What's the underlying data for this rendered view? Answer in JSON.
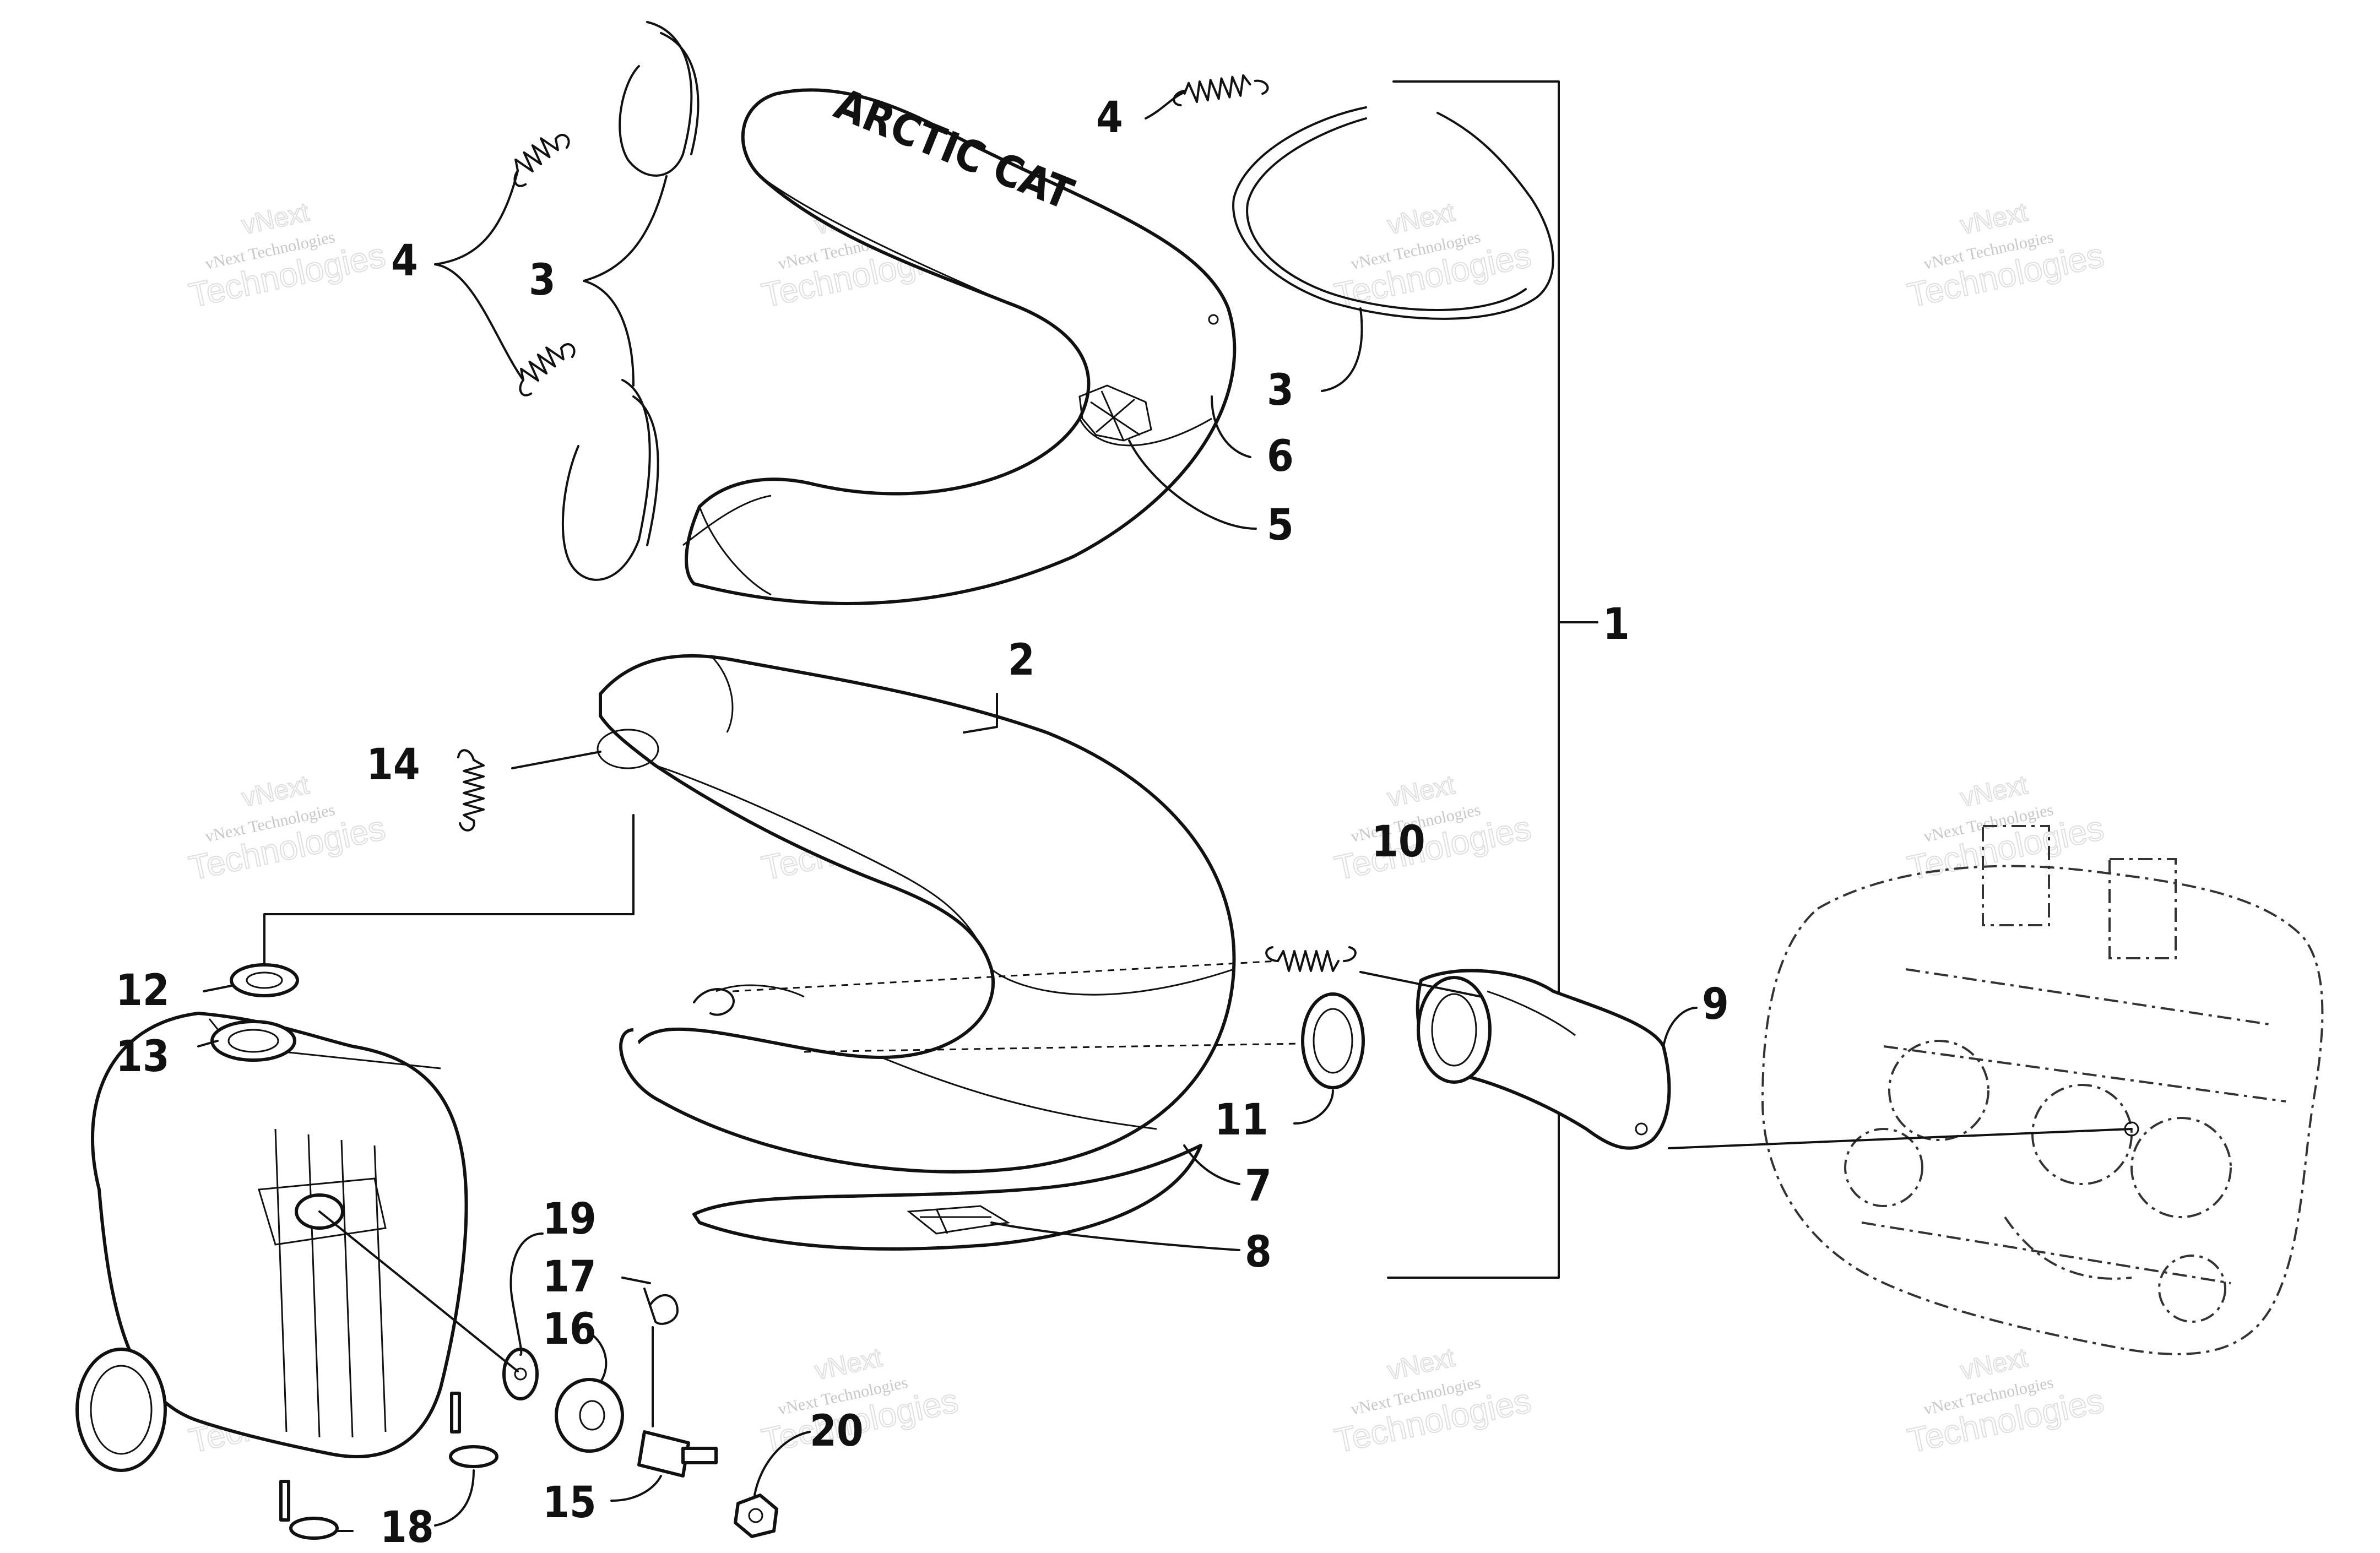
{
  "callouts": {
    "c1": "1",
    "c2": "2",
    "c3a": "3",
    "c3b": "3",
    "c4a": "4",
    "c4b": "4",
    "c5": "5",
    "c6": "6",
    "c7": "7",
    "c8": "8",
    "c9": "9",
    "c10": "10",
    "c11": "11",
    "c12": "12",
    "c13": "13",
    "c14": "14",
    "c15": "15",
    "c16": "16",
    "c17": "17",
    "c18": "18",
    "c19": "19",
    "c20": "20"
  },
  "shield_text": "ARCTIC CAT",
  "watermark": {
    "line1": "vNext",
    "line2": "vNext Technologies",
    "line3": "Technologies"
  }
}
